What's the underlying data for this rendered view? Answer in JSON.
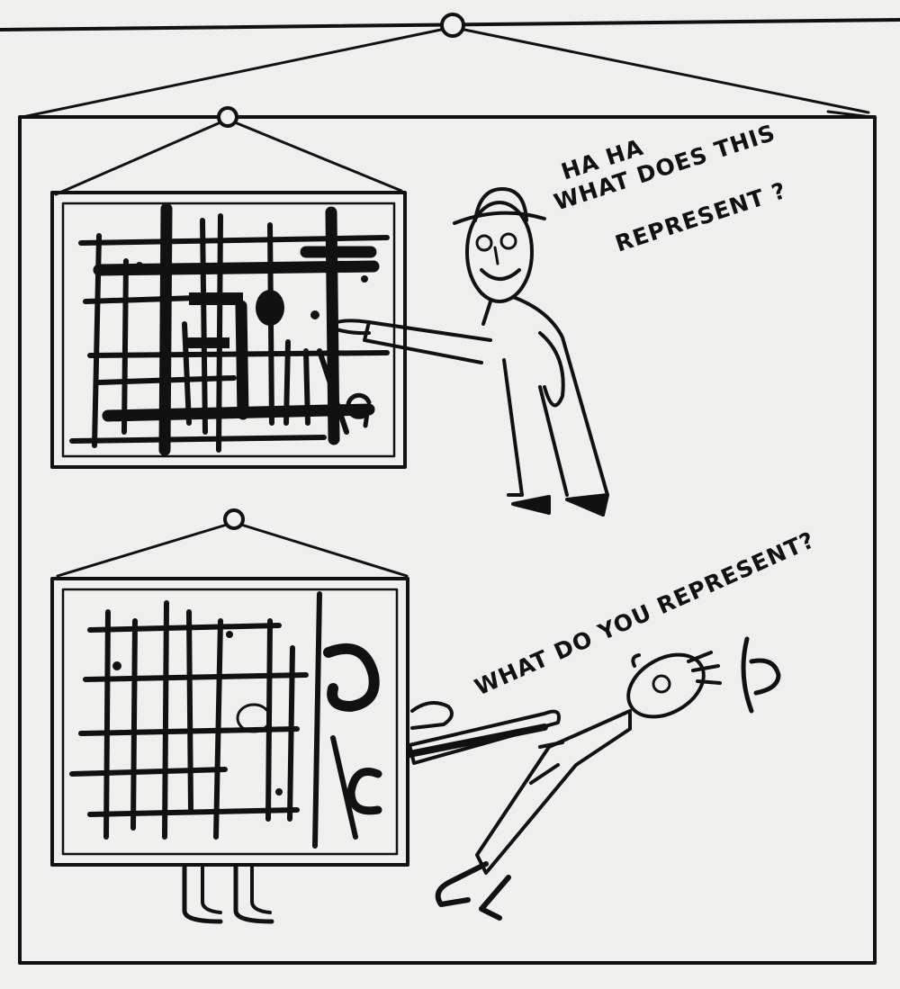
{
  "speech": {
    "top_line1": "HA HA",
    "top_line2": "WHAT DOES THIS",
    "top_line3": "REPRESENT ?",
    "bottom": "WHAT DO YOU REPRESENT?"
  },
  "colors": {
    "ink": "#111111",
    "paper": "#efefed"
  }
}
